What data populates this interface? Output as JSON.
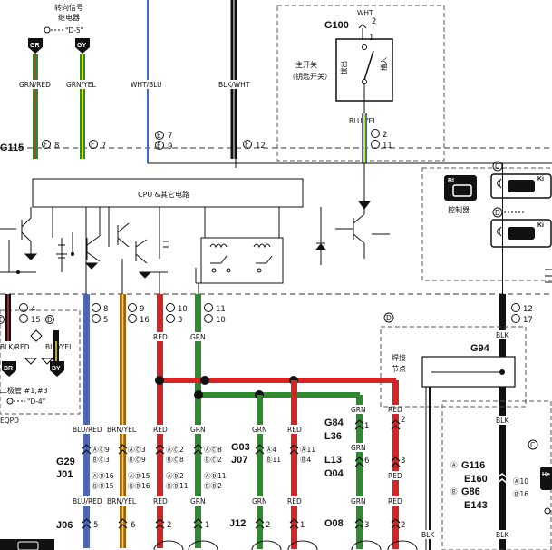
{
  "top": {
    "turn_relay_label": "转向信号\n继电器",
    "turn_relay_ref": "\"D-5\"",
    "gr_badge": "GR",
    "gy_badge": "GY",
    "wires": [
      "GRN/RED",
      "GRN/YEL",
      "WHT/BLU",
      "BLK/WHT"
    ],
    "g115": "G115",
    "g115_pins": [
      "8",
      "7",
      "7",
      "9",
      "12"
    ],
    "g115_pin_letters": [
      "F",
      "F",
      "E",
      "F",
      "F"
    ]
  },
  "g100": {
    "title": "G100",
    "wire_top": "WHT",
    "pin_top": "2",
    "pin_bottom": "1",
    "switch_label": "主开关\n（钥匙开关）",
    "switch_inner_a": "拔出",
    "switch_inner_b": "插入",
    "wire_bottom": "BLU/YEL",
    "pins_right": [
      "E 2",
      "F 11"
    ]
  },
  "controller": {
    "label": "控制器",
    "ki": "Ki",
    "c_mark": "C",
    "d_mark": "D",
    "bl_badge": "BL"
  },
  "cpu": {
    "label": "CPU &其它电路"
  },
  "bottom_left": {
    "c_mark": "C",
    "d_mark": "D",
    "pins": [
      "E 4",
      "F 15"
    ],
    "wires": [
      "BLK/RED",
      "BLK/YEL"
    ],
    "br_badge": "BR",
    "by_badge": "BY",
    "diode_label": "二极管 #1,#3",
    "diode_ref": "\"D-4\"",
    "eqpd": "EQPD"
  },
  "middle": {
    "pin_pairs": [
      [
        "E 8",
        "F 5"
      ],
      [
        "E 9",
        "F 16"
      ],
      [
        "E 10",
        "F 3"
      ],
      [
        "E 11",
        "F 10"
      ]
    ],
    "wires_top": [
      "BLU/RED",
      "BRN/YEL",
      "RED",
      "GRN"
    ],
    "g29": "G29",
    "j01": "J01",
    "g29_pins": [
      "A C 9",
      "B C 3",
      "A D 16",
      "B D 15"
    ],
    "g29_pins_b": [
      "A C 3",
      "B C 9",
      "A D 15",
      "B D 16"
    ],
    "g29_pins_c": [
      "A C 2",
      "B C 8",
      "A D 2",
      "B D 11"
    ],
    "g29_pins_d": [
      "A C 8",
      "B C 2",
      "A D 11",
      "B D 2"
    ],
    "wires_bottom": [
      "BLU/RED",
      "BRN/YEL",
      "RED",
      "GRN"
    ],
    "j06": "J06",
    "j06_pins": [
      "5",
      "6",
      "2",
      "1"
    ]
  },
  "right_mid": {
    "g03": "G03",
    "j07": "J07",
    "g03_pins": [
      "A 4",
      "B 11",
      "A 11",
      "B 4"
    ],
    "wires": [
      "GRN",
      "RED",
      "GRN",
      "RED"
    ],
    "g84": "G84",
    "l36": "L36",
    "g84_pins": [
      "1",
      "2"
    ],
    "l13": "L13",
    "o04": "O04",
    "l13_pins": [
      "6",
      "3"
    ],
    "j12": "J12",
    "j12_pins": [
      "2",
      "1"
    ],
    "o08": "O08",
    "o08_pins": [
      "3",
      "2"
    ]
  },
  "far_right": {
    "pins": [
      "E 12",
      "F 17"
    ],
    "d_mark": "D",
    "weld_label": "焊接\n节点",
    "g94": "G94",
    "blk": "BLK",
    "c_mark": "C",
    "g116_block": [
      "A G116",
      "E160",
      "B G86",
      "E143"
    ],
    "g116_pins": [
      "A 10",
      "B 16"
    ],
    "he_badge": "He"
  }
}
